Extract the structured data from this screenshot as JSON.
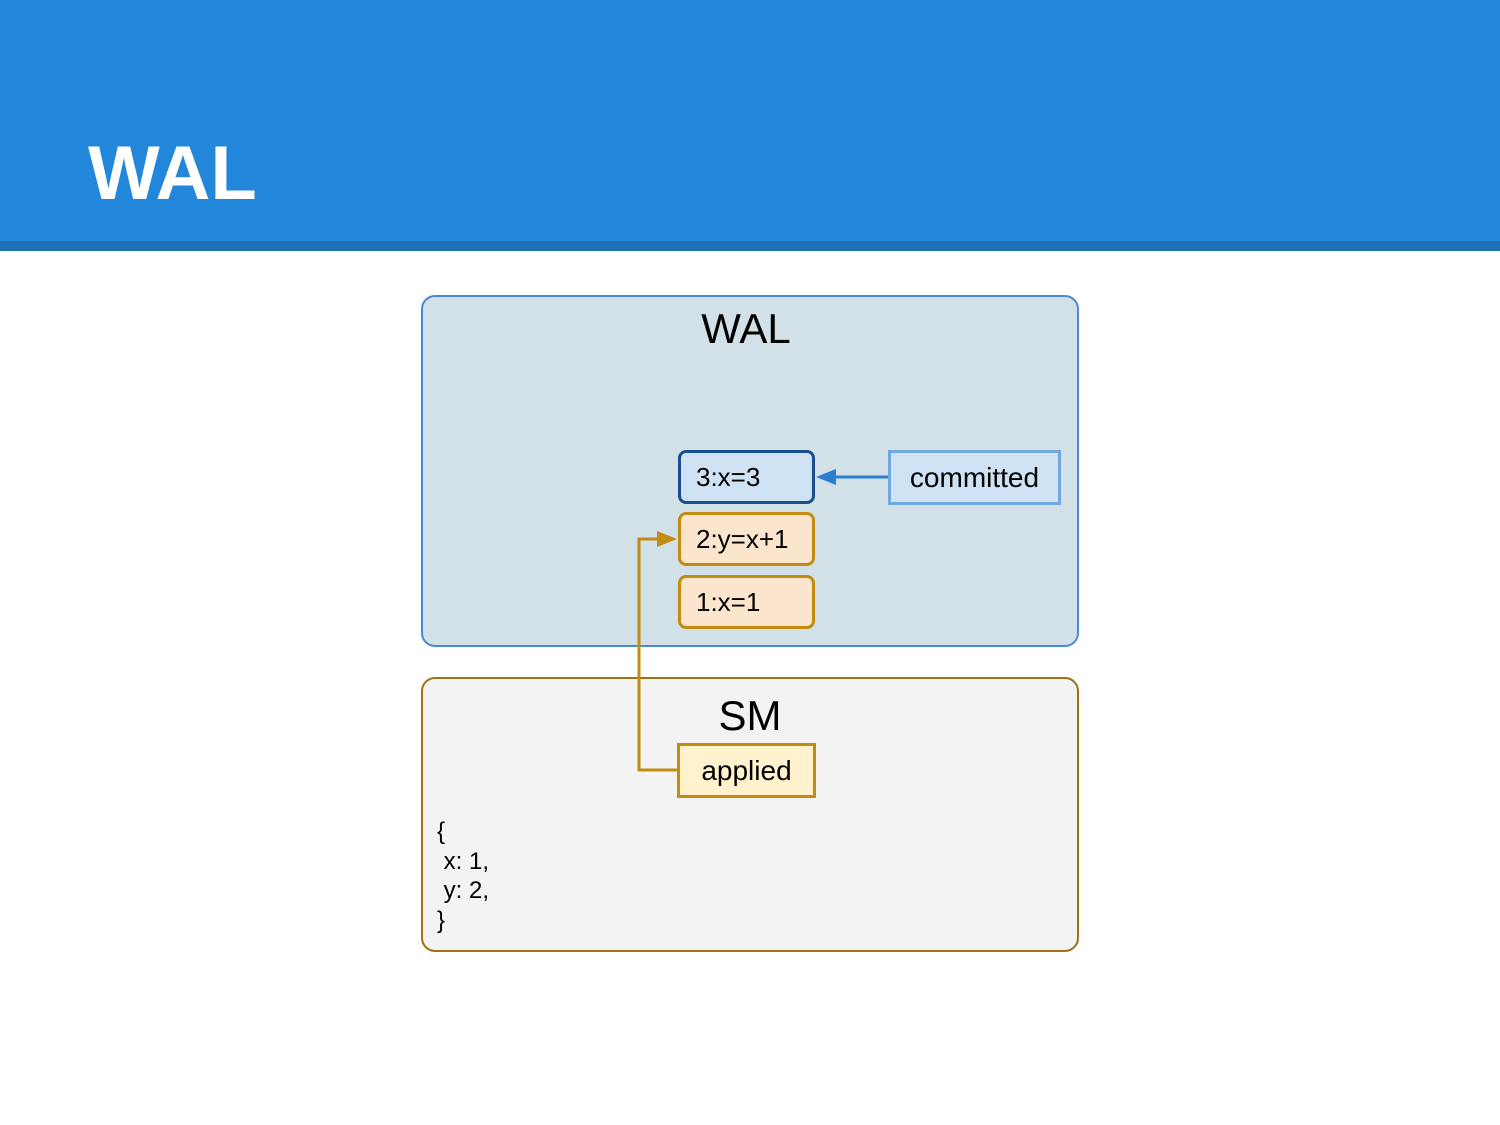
{
  "slide": {
    "title": "WAL"
  },
  "diagram": {
    "wal_panel": {
      "label": "WAL",
      "entries": [
        {
          "label": "3:x=3"
        },
        {
          "label": "2:y=x+1"
        },
        {
          "label": "1:x=1"
        }
      ]
    },
    "committed_pointer": {
      "label": "committed"
    },
    "sm_panel": {
      "label": "SM",
      "applied_pointer": {
        "label": "applied"
      },
      "state_lines": [
        "{",
        " x: 1,",
        " y: 2,",
        "}"
      ]
    }
  },
  "colors": {
    "header": "#2287da",
    "header_band": "#1e6fb3",
    "wal_panel_fill": "#d2e1e7",
    "wal_panel_border": "#4a8bd0",
    "sm_panel_fill": "#f3f3f3",
    "sm_panel_border": "#9a7412",
    "committed_entry_fill": "#cfe2f3",
    "committed_entry_border": "#1a4f8e",
    "pending_entry_fill": "#fce5cd",
    "pending_entry_border": "#c18c10",
    "committed_arrow": "#2a7fd4",
    "applied_arrow": "#c18c10",
    "applied_fill": "#fff2cc"
  }
}
